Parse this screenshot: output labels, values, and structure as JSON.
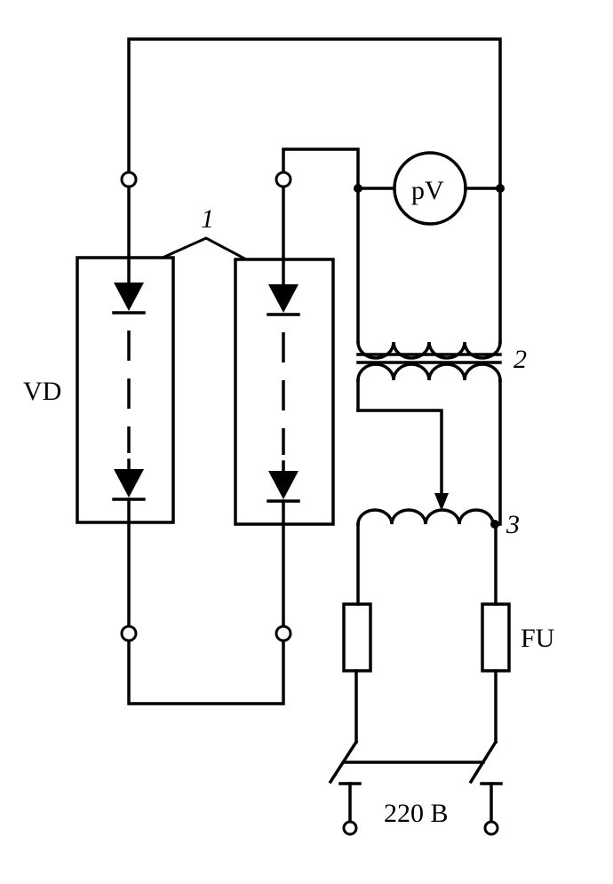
{
  "labels": {
    "diode_group": "VD",
    "meter": "pV",
    "fuse": "FU",
    "supply": "220 B",
    "callout_1": "1",
    "callout_2": "2",
    "callout_3": "3"
  }
}
